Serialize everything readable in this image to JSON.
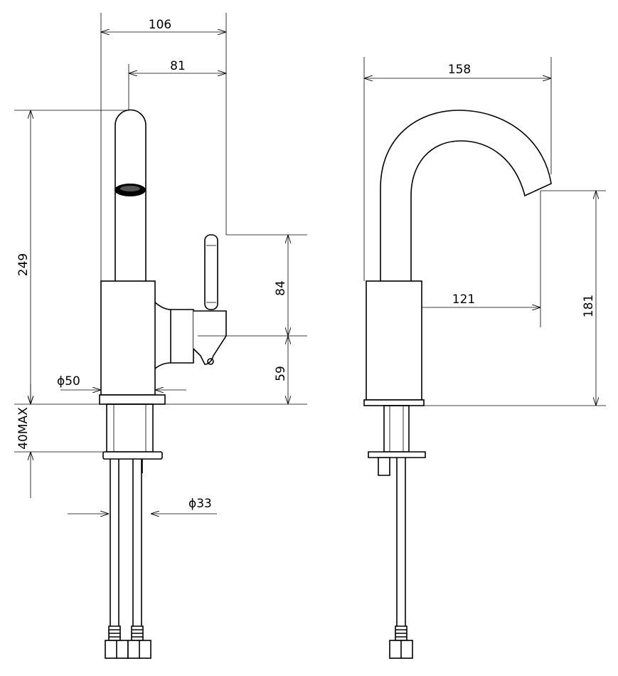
{
  "drawing": {
    "front_view": {
      "width_total": "106",
      "spout_offset": "81",
      "height_total": "249",
      "lever_height": "84",
      "lever_base_height": "59",
      "body_diameter": "ϕ50",
      "deck_thickness": "40MAX",
      "shank_diameter": "ϕ33"
    },
    "side_view": {
      "width_total": "158",
      "spout_reach": "121",
      "spout_height": "181"
    }
  }
}
